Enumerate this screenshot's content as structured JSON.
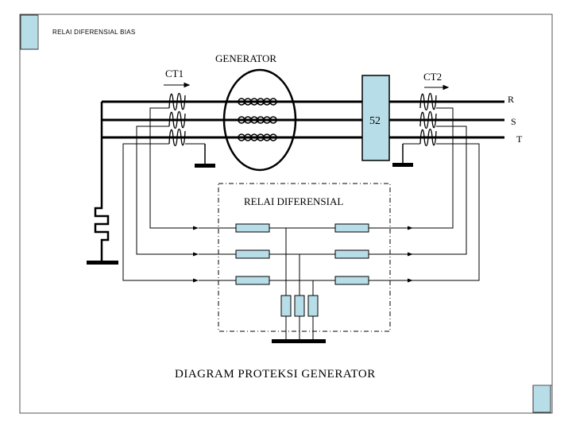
{
  "header": {
    "title": "RELAI DIFERENSIAL BIAS"
  },
  "labels": {
    "generator": "GENERATOR",
    "ct1": "CT1",
    "ct2": "CT2",
    "breaker": "52",
    "relay_box": "RELAI DIFERENSIAL",
    "phases": [
      "R",
      "S",
      "T"
    ],
    "caption": "DIAGRAM PROTEKSI GENERATOR"
  },
  "colors": {
    "accent_fill": "#b7dde8",
    "line": "#000000",
    "frame": "#555555"
  }
}
